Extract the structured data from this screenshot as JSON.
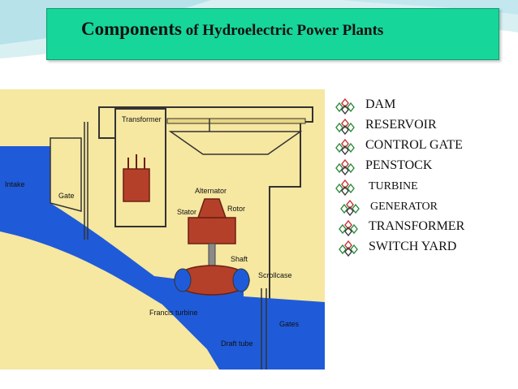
{
  "title": {
    "part1": "Components",
    "part2": " of Hydroelectric Power Plants"
  },
  "diagram_labels": {
    "transformer": "Transformer",
    "intake": "Intake",
    "gate": "Gate",
    "alternator": "Alternator",
    "stator": "Stator",
    "rotor": "Rotor",
    "shaft": "Shaft",
    "scrollcase": "Scrollcase",
    "francis_turbine": "Francis turbine",
    "gates": "Gates",
    "draft_tube": "Draft tube"
  },
  "components": [
    {
      "label": "DAM"
    },
    {
      "label": "RESERVOIR"
    },
    {
      "label": "CONTROL GATE"
    },
    {
      "label": "PENSTOCK"
    },
    {
      "label": "TURBINE"
    },
    {
      "label": "GENERATOR"
    },
    {
      "label": "TRANSFORMER"
    },
    {
      "label": "SWITCH YARD"
    }
  ],
  "colors": {
    "title_bg": "#17d69a",
    "water": "#1f5bd8",
    "building": "#f6e7a1",
    "equipment": "#b5402a"
  },
  "bullet_icon": "diamond-cluster-icon"
}
